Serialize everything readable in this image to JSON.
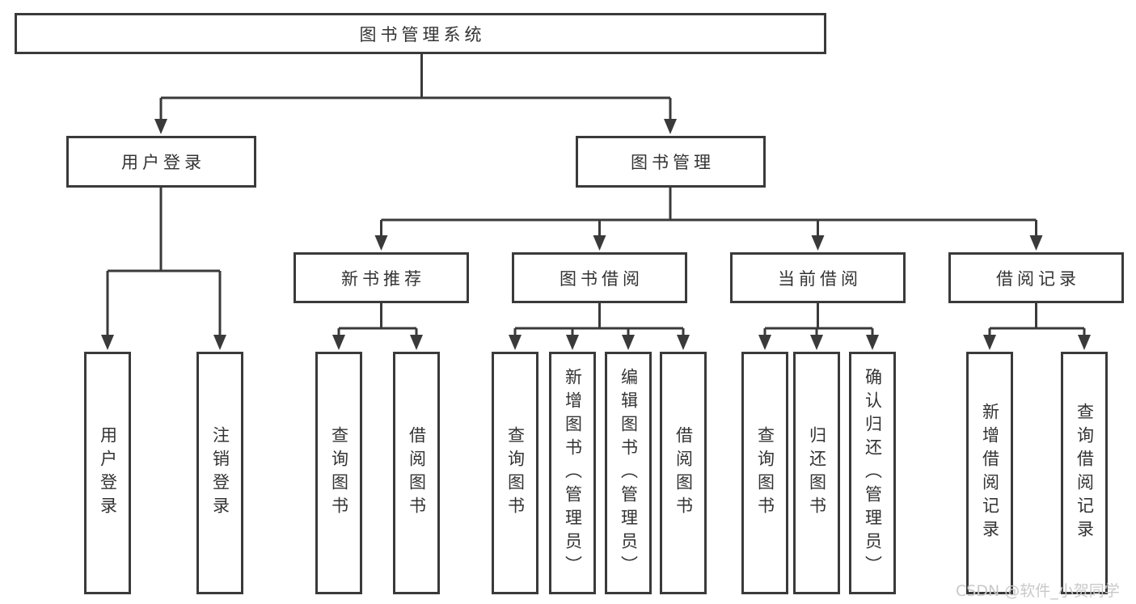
{
  "tree": {
    "label": "图书管理系统",
    "children": [
      {
        "label": "用户登录",
        "children": [
          {
            "label": "用户登录"
          },
          {
            "label": "注销登录"
          }
        ]
      },
      {
        "label": "图书管理",
        "children": [
          {
            "label": "新书推荐",
            "children": [
              {
                "label": "查询图书"
              },
              {
                "label": "借阅图书"
              }
            ]
          },
          {
            "label": "图书借阅",
            "children": [
              {
                "label": "查询图书"
              },
              {
                "label": "新增图书（管理员）"
              },
              {
                "label": "编辑图书（管理员）"
              },
              {
                "label": "借阅图书"
              }
            ]
          },
          {
            "label": "当前借阅",
            "children": [
              {
                "label": "查询图书"
              },
              {
                "label": "归还图书"
              },
              {
                "label": "确认归还（管理员）"
              }
            ]
          },
          {
            "label": "借阅记录",
            "children": [
              {
                "label": "新增借阅记录"
              },
              {
                "label": "查询借阅记录"
              }
            ]
          }
        ]
      }
    ]
  },
  "watermark": {
    "text": "CSDN @软件_小贺同学"
  },
  "colors": {
    "line": "#3a3a3a",
    "box_border": "#3a3a3a",
    "text": "#333333",
    "watermark": "#c9c9c9",
    "background": "#ffffff"
  }
}
